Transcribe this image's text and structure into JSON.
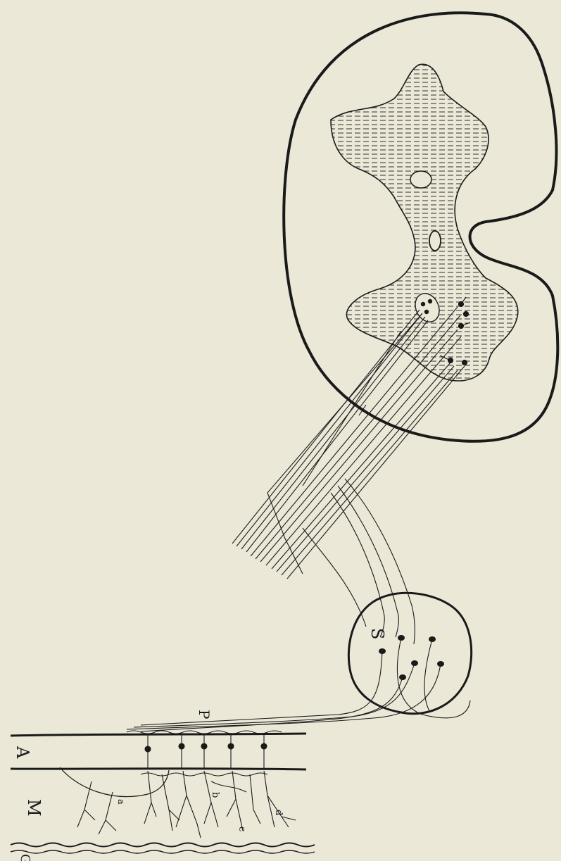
{
  "diagram": {
    "labels": {
      "sympathetic_ganglion": "S",
      "plexus": "P",
      "artery_wall": "A",
      "muscle_layer": "M",
      "submucosa": "G",
      "fiber_a": "a",
      "fiber_b": "b",
      "fiber_c": "c",
      "fiber_d": "d"
    },
    "colors": {
      "background": "#ebe8d8",
      "ink": "#1a1a1a",
      "grey_matter_fill": "#e2dfcf"
    }
  }
}
